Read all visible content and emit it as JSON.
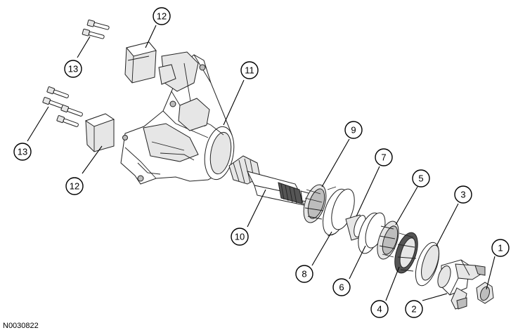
{
  "figure_id": "N0030822",
  "callouts": [
    "1",
    "2",
    "3",
    "4",
    "5",
    "6",
    "7",
    "8",
    "9",
    "10",
    "11",
    "12",
    "12",
    "13",
    "13"
  ]
}
